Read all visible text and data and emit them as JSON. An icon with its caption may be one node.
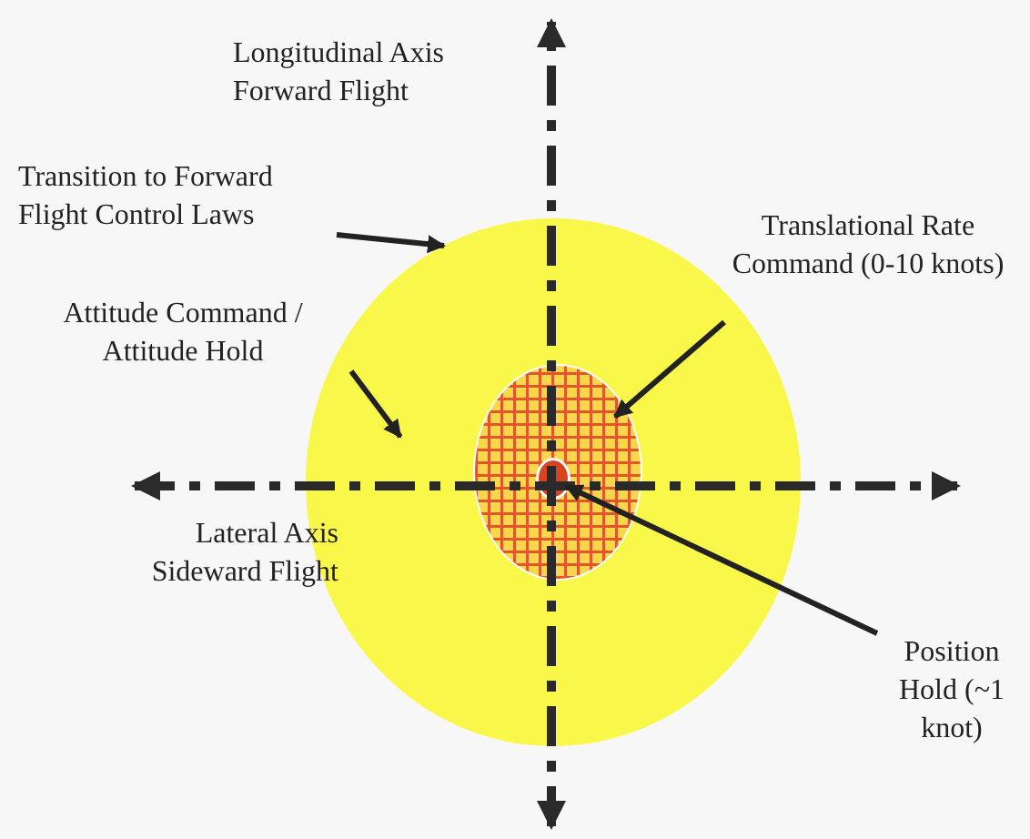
{
  "diagram": {
    "nodes": [
      {
        "text": [
          "Transition to Forward Flight Control Laws"
        ]
      },
      {
        "text": [],
        "shape": "circle"
      },
      {
        "text": [
          "Attitude Command / Attitude Hold"
        ]
      },
      {
        "text": [
          "Translational Rate Command (0-10 knots)"
        ]
      },
      {
        "text": [],
        "shape": "circle",
        "in": 1
      },
      {
        "text": [
          "Position Hold (~1 knot)"
        ]
      },
      {
        "text": [],
        "shape": "circle",
        "in": 4
      }
    ],
    "edges": [
      {
        "from": 0,
        "to": 1,
        "arrow": "to"
      },
      {
        "from": 2,
        "to": 1,
        "arrow": "to"
      },
      {
        "from": 3,
        "to": 4,
        "arrow": "to"
      },
      {
        "from": 5,
        "to": 6,
        "arrow": "to"
      }
    ],
    "labels": [
      "Longitudinal Axis Forward Flight",
      "Lateral Axis Sideward Flight"
    ]
  }
}
